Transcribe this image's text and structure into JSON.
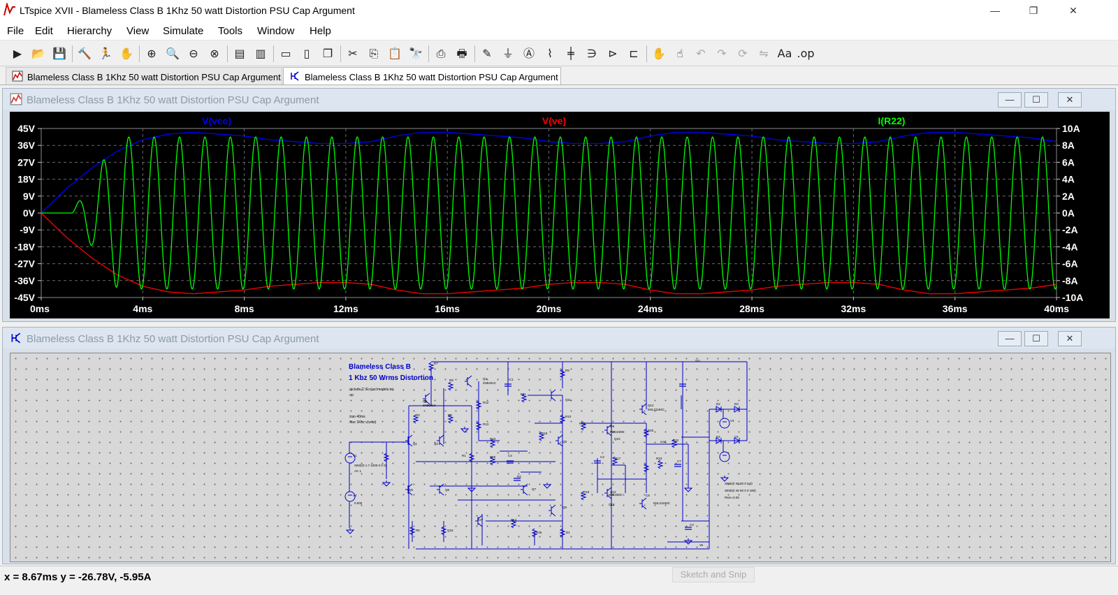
{
  "window": {
    "title": "LTspice XVII - Blameless Class B 1Khz 50 watt Distortion PSU Cap Argument",
    "minimize_icon": "minimize-icon",
    "restore_icon": "restore-icon",
    "close_icon": "close-icon"
  },
  "menu": [
    "File",
    "Edit",
    "Hierarchy",
    "View",
    "Simulate",
    "Tools",
    "Window",
    "Help"
  ],
  "toolbar_icons": [
    "run-icon",
    "open-icon",
    "save-icon",
    "control-panel-icon",
    "halt-icon",
    "pan-hand-icon",
    "zoom-in-icon",
    "zoom-area-icon",
    "zoom-out-icon",
    "zoom-cancel-icon",
    "autorange-icon",
    "fft-icon",
    "tile-horizontal-icon",
    "tile-vertical-icon",
    "cascade-icon",
    "cut-icon",
    "copy-icon",
    "paste-icon",
    "find-icon",
    "print-setup-icon",
    "print-icon",
    "draw-wire-icon",
    "ground-icon",
    "label-net-icon",
    "resistor-icon",
    "capacitor-icon",
    "inductor-icon",
    "diode-icon",
    "component-icon",
    "move-icon",
    "drag-icon",
    "undo-icon",
    "redo-icon",
    "rotate-icon",
    "mirror-icon",
    "text-icon",
    "spice-directive-icon"
  ],
  "tabs": [
    {
      "label": "Blameless Class B 1Khz 50 watt Distortion PSU Cap Argument",
      "icon": "waveform-icon"
    },
    {
      "label": "Blameless Class B 1Khz 50 watt Distortion PSU Cap Argument",
      "icon": "schematic-icon"
    }
  ],
  "plot_window": {
    "title": "Blameless Class B 1Khz 50 watt Distortion PSU Cap Argument",
    "traces": [
      {
        "name": "V(vcc)",
        "color": "#0000ff"
      },
      {
        "name": "V(ve)",
        "color": "#ff0000"
      },
      {
        "name": "I(R22)",
        "color": "#00ff00"
      }
    ],
    "left_ticks": [
      "45V",
      "36V",
      "27V",
      "18V",
      "9V",
      "0V",
      "-9V",
      "-18V",
      "-27V",
      "-36V",
      "-45V"
    ],
    "right_ticks": [
      "10A",
      "8A",
      "6A",
      "4A",
      "2A",
      "0A",
      "-2A",
      "-4A",
      "-6A",
      "-8A",
      "-10A"
    ],
    "x_ticks": [
      "0ms",
      "4ms",
      "8ms",
      "12ms",
      "16ms",
      "20ms",
      "24ms",
      "28ms",
      "32ms",
      "36ms",
      "40ms"
    ]
  },
  "chart_data": {
    "type": "line",
    "x_unit": "ms",
    "xlim": [
      0,
      40
    ],
    "ylim_left": [
      -45,
      45
    ],
    "ylim_right": [
      -10,
      10
    ],
    "grid": true,
    "series": [
      {
        "name": "V(vcc)",
        "axis": "left",
        "color": "#0000ff",
        "x": [
          0,
          1,
          2,
          3,
          4,
          5,
          6,
          7,
          8,
          9,
          10,
          11,
          12,
          13,
          14,
          15,
          16,
          17,
          18,
          19,
          20,
          21,
          22,
          23,
          24,
          25,
          26,
          27,
          28,
          29,
          30,
          31,
          32,
          33,
          34,
          35,
          36,
          37,
          38,
          39,
          40
        ],
        "y": [
          0,
          13,
          24,
          33,
          39,
          42,
          43,
          42,
          41,
          39,
          38,
          37,
          37,
          38,
          41,
          43,
          43,
          42,
          41,
          40,
          38,
          37,
          37,
          38,
          41,
          43,
          43,
          42,
          41,
          39,
          38,
          37,
          37,
          38,
          41,
          43,
          43,
          42,
          41,
          40,
          38
        ]
      },
      {
        "name": "V(ve)",
        "axis": "left",
        "color": "#ff0000",
        "x": [
          0,
          1,
          2,
          3,
          4,
          5,
          6,
          7,
          8,
          9,
          10,
          11,
          12,
          13,
          14,
          15,
          16,
          17,
          18,
          19,
          20,
          21,
          22,
          23,
          24,
          25,
          26,
          27,
          28,
          29,
          30,
          31,
          32,
          33,
          34,
          35,
          36,
          37,
          38,
          39,
          40
        ],
        "y": [
          0,
          -13,
          -24,
          -33,
          -39,
          -42,
          -43,
          -42,
          -41,
          -39,
          -38,
          -37,
          -37,
          -38,
          -41,
          -43,
          -43,
          -42,
          -41,
          -40,
          -38,
          -37,
          -37,
          -38,
          -41,
          -43,
          -43,
          -42,
          -41,
          -39,
          -38,
          -37,
          -37,
          -38,
          -41,
          -43,
          -43,
          -42,
          -41,
          -40,
          -38
        ]
      },
      {
        "name": "I(R22)",
        "axis": "right",
        "color": "#00ff00",
        "function": "sine",
        "frequency_khz": 1,
        "amplitude_a": 9,
        "onset_ms": 1.2
      }
    ]
  },
  "schematic_window": {
    "title": "Blameless Class B 1Khz 50 watt Distortion PSU Cap Argument",
    "heading1": "Blameless Class B",
    "heading2": "1 Khz 50 Wrms Distortion",
    "directives": [
      ".include C:\\Ecc\\sc\\models.txt",
      ".op",
      ".tran 40ms",
      ".four 1Khz v(vout)"
    ],
    "components": [
      "R7",
      "R8",
      "Q4",
      "C1",
      "R9",
      "R11",
      "Q3",
      "Q11",
      "R2",
      "R3",
      "R12",
      "R10",
      "Q14",
      "Q1",
      "Q2",
      "R13",
      "R16",
      "R18",
      "Q9",
      "Q10",
      "R20",
      "R22",
      "R1",
      "R24",
      "R25",
      "C4",
      "Q9",
      "C2",
      "R17",
      "R23",
      "C7",
      "V1",
      "V4",
      "Q5",
      "Q6",
      "Q7",
      "Q8",
      "R19",
      "Q12",
      "Q13",
      "C8",
      "C3",
      "R4",
      "R5",
      "Q15",
      "R27",
      "R14",
      "R26",
      "D1",
      "D2",
      "D3",
      "D4",
      "V2",
      "V3"
    ],
    "labels": [
      "2N5401C",
      "2N5551C",
      "MJE340C",
      "MJE350C",
      "MJL21194C",
      "MJL21193C",
      "SINE(0 1.7 1000 0 0 0)",
      "AC 1",
      "0.000",
      "vout",
      "Vcc",
      "Ve",
      "SINE(0 45 50 0 0 0)",
      "SINE(0 45 50 0 0 180)",
      "Rser=0.06"
    ]
  },
  "status": {
    "coords": "x = 8.67ms    y = -26.78V, -5.95A",
    "snip": "Sketch and Snip"
  }
}
